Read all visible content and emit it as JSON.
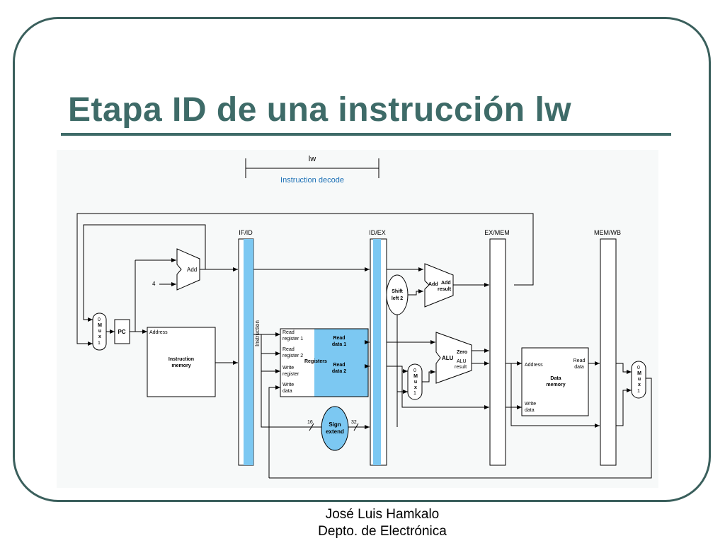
{
  "title": "Etapa ID de una instrucción lw",
  "footer": {
    "line1": "José Luis Hamkalo",
    "line2": "Depto. de Electrónica"
  },
  "colors": {
    "title": "#3e6b68",
    "frame": "#3a5f5c",
    "highlight": "#7cc8f2",
    "stage_label": "#1a6fb5"
  },
  "diagram": {
    "instruction": "lw",
    "stage": "Instruction decode",
    "registers": {
      "if_id": "IF/ID",
      "id_ex": "ID/EX",
      "ex_mem": "EX/MEM",
      "mem_wb": "MEM/WB"
    },
    "add": "Add",
    "const_four": "4",
    "pc": "PC",
    "mux": [
      "M",
      "u",
      "x"
    ],
    "mux_zero": "0",
    "mux_one": "1",
    "instr_mem": {
      "address": "Address",
      "line1": "Instruction",
      "line2": "memory"
    },
    "instruction_bus": "Instruction",
    "regfile": {
      "read_reg1_a": "Read",
      "read_reg1_b": "register 1",
      "read_reg2_a": "Read",
      "read_reg2_b": "register 2",
      "write_reg_a": "Write",
      "write_reg_b": "register",
      "write_data_a": "Write",
      "write_data_b": "data",
      "label": "Registers",
      "read_data1_a": "Read",
      "read_data1_b": "data 1",
      "read_data2_a": "Read",
      "read_data2_b": "data 2"
    },
    "sign_extend": {
      "line1": "Sign",
      "line2": "extend",
      "in_width": "16",
      "out_width": "32"
    },
    "shift": {
      "line1": "Shift",
      "line2": "left 2"
    },
    "add_result": {
      "add1": "Add",
      "add2": "Add",
      "result": "result"
    },
    "alu": {
      "label": "ALU",
      "zero": "Zero",
      "alu_text": "ALU",
      "result": "result"
    },
    "data_mem": {
      "address": "Address",
      "read_a": "Read",
      "read_b": "data",
      "line1": "Data",
      "line2": "memory",
      "write_a": "Write",
      "write_b": "data"
    }
  }
}
